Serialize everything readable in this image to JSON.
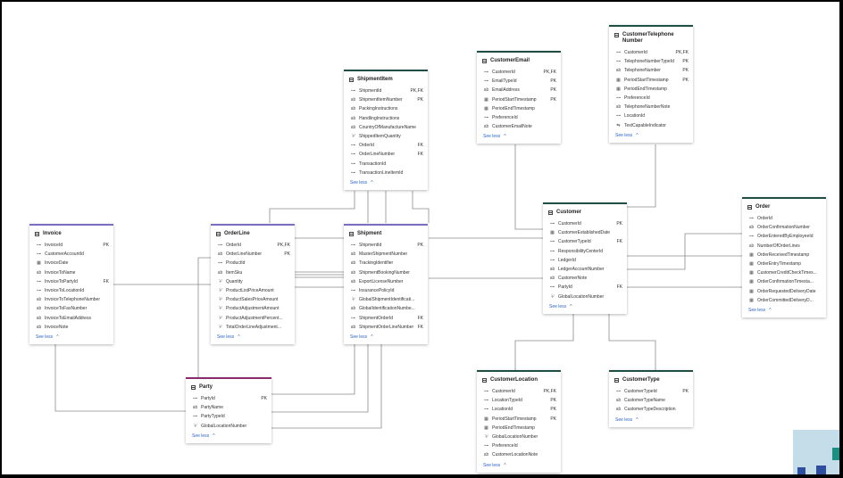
{
  "ui": {
    "see_less": "See less",
    "chevron": "^"
  },
  "entities": {
    "shipmentitem": {
      "title": "ShipmentItem",
      "columns": [
        {
          "name": "ShipmentId",
          "key": "PK,FK",
          "icon": "key"
        },
        {
          "name": "ShipmentItemNumber",
          "key": "PK",
          "icon": "abc"
        },
        {
          "name": "PackingInstructions",
          "key": "",
          "icon": "abc"
        },
        {
          "name": "HandlingInstructions",
          "key": "",
          "icon": "abc"
        },
        {
          "name": "CountryOfManufactureName",
          "key": "",
          "icon": "abc"
        },
        {
          "name": "ShippedItemQuantity",
          "key": "",
          "icon": "num"
        },
        {
          "name": "OrderId",
          "key": "FK",
          "icon": "key"
        },
        {
          "name": "OrderLineNumber",
          "key": "FK",
          "icon": "key"
        },
        {
          "name": "TransactionId",
          "key": "",
          "icon": "key"
        },
        {
          "name": "TransactionLineItemId",
          "key": "",
          "icon": "key"
        }
      ]
    },
    "customeremail": {
      "title": "CustomerEmail",
      "columns": [
        {
          "name": "CustomerId",
          "key": "PK,FK",
          "icon": "key"
        },
        {
          "name": "EmailTypeId",
          "key": "PK",
          "icon": "key"
        },
        {
          "name": "EmailAddress",
          "key": "PK",
          "icon": "abc"
        },
        {
          "name": "PeriodStartTimestamp",
          "key": "PK",
          "icon": "cal"
        },
        {
          "name": "PeriodEndTimestamp",
          "key": "",
          "icon": "cal"
        },
        {
          "name": "PreferenceId",
          "key": "",
          "icon": "key"
        },
        {
          "name": "CustomerEmailNote",
          "key": "",
          "icon": "abc"
        }
      ]
    },
    "customertelephone": {
      "title": "CustomerTelephone Number",
      "columns": [
        {
          "name": "CustomerId",
          "key": "PK,FK",
          "icon": "key"
        },
        {
          "name": "TelephoneNumberTypeId",
          "key": "PK",
          "icon": "key"
        },
        {
          "name": "TelephoneNumber",
          "key": "PK",
          "icon": "abc"
        },
        {
          "name": "PeriodStartTimestamp",
          "key": "PK",
          "icon": "cal"
        },
        {
          "name": "PeriodEndTimestamp",
          "key": "",
          "icon": "cal"
        },
        {
          "name": "PreferenceId",
          "key": "",
          "icon": "key"
        },
        {
          "name": "TelephoneNumberNote",
          "key": "",
          "icon": "abc"
        },
        {
          "name": "LocationId",
          "key": "",
          "icon": "key"
        },
        {
          "name": "TextCapableIndicator",
          "key": "",
          "icon": "bool"
        }
      ]
    },
    "invoice": {
      "title": "Invoice",
      "columns": [
        {
          "name": "InvoiceId",
          "key": "PK",
          "icon": "key"
        },
        {
          "name": "CustomerAccountId",
          "key": "",
          "icon": "key"
        },
        {
          "name": "InvoiceDate",
          "key": "",
          "icon": "cal"
        },
        {
          "name": "InvoiceToName",
          "key": "",
          "icon": "abc"
        },
        {
          "name": "InvoiceToPartyId",
          "key": "FK",
          "icon": "key"
        },
        {
          "name": "InvoiceToLocationId",
          "key": "",
          "icon": "key"
        },
        {
          "name": "InvoiceToTelephoneNumber",
          "key": "",
          "icon": "abc"
        },
        {
          "name": "InvoiceToFaxNumber",
          "key": "",
          "icon": "abc"
        },
        {
          "name": "InvoiceToEmailAddress",
          "key": "",
          "icon": "abc"
        },
        {
          "name": "InvoiceNote",
          "key": "",
          "icon": "abc"
        }
      ]
    },
    "orderline": {
      "title": "OrderLine",
      "columns": [
        {
          "name": "OrderId",
          "key": "PK,FK",
          "icon": "key"
        },
        {
          "name": "OrderLineNumber",
          "key": "PK",
          "icon": "abc"
        },
        {
          "name": "ProductId",
          "key": "",
          "icon": "key"
        },
        {
          "name": "ItemSku",
          "key": "",
          "icon": "abc"
        },
        {
          "name": "Quantity",
          "key": "",
          "icon": "num"
        },
        {
          "name": "ProductListPriceAmount",
          "key": "",
          "icon": "num"
        },
        {
          "name": "ProductSalesPriceAmount",
          "key": "",
          "icon": "num"
        },
        {
          "name": "ProductAdjustmentAmount",
          "key": "",
          "icon": "num"
        },
        {
          "name": "ProductAdjustmentPercent...",
          "key": "",
          "icon": "num"
        },
        {
          "name": "TotalOrderLineAdjustment...",
          "key": "",
          "icon": "num"
        }
      ]
    },
    "shipment": {
      "title": "Shipment",
      "columns": [
        {
          "name": "ShipmentId",
          "key": "PK",
          "icon": "key"
        },
        {
          "name": "MasterShipmentNumber",
          "key": "",
          "icon": "abc"
        },
        {
          "name": "TrackingIdentifier",
          "key": "",
          "icon": "abc"
        },
        {
          "name": "ShipmentBookingNumber",
          "key": "",
          "icon": "abc"
        },
        {
          "name": "ExportLicenseNumber",
          "key": "",
          "icon": "abc"
        },
        {
          "name": "InsurancePolicyId",
          "key": "",
          "icon": "key"
        },
        {
          "name": "GlobalShipmentIdentificati...",
          "key": "",
          "icon": "num"
        },
        {
          "name": "GlobalIdentificationNumbe...",
          "key": "",
          "icon": "abc"
        },
        {
          "name": "ShipmentOrderId",
          "key": "FK",
          "icon": "key"
        },
        {
          "name": "ShipmentOrderLineNumber",
          "key": "FK",
          "icon": "abc"
        }
      ]
    },
    "customer": {
      "title": "Customer",
      "columns": [
        {
          "name": "CustomerId",
          "key": "PK",
          "icon": "key"
        },
        {
          "name": "CustomerEstablishedDate",
          "key": "",
          "icon": "cal"
        },
        {
          "name": "CustomerTypeId",
          "key": "FK",
          "icon": "key"
        },
        {
          "name": "ResponsibilityCenterId",
          "key": "",
          "icon": "key"
        },
        {
          "name": "LedgerId",
          "key": "",
          "icon": "key"
        },
        {
          "name": "LedgerAccountNumber",
          "key": "",
          "icon": "abc"
        },
        {
          "name": "CustomerNote",
          "key": "",
          "icon": "abc"
        },
        {
          "name": "PartyId",
          "key": "FK",
          "icon": "key"
        },
        {
          "name": "GlobalLocationNumber",
          "key": "",
          "icon": "num"
        }
      ]
    },
    "order": {
      "title": "Order",
      "columns": [
        {
          "name": "OrderId",
          "key": "",
          "icon": "key"
        },
        {
          "name": "OrderConfirmationNumber",
          "key": "",
          "icon": "abc"
        },
        {
          "name": "OrderEnteredByEmployeeId",
          "key": "",
          "icon": "key"
        },
        {
          "name": "NumberOfOrderLines",
          "key": "",
          "icon": "abc"
        },
        {
          "name": "OrderReceivedTimestamp",
          "key": "",
          "icon": "cal"
        },
        {
          "name": "OrderEntryTimestamp",
          "key": "",
          "icon": "cal"
        },
        {
          "name": "CustomerCreditCheckTimes...",
          "key": "",
          "icon": "cal"
        },
        {
          "name": "OrderConfirmationTimesta...",
          "key": "",
          "icon": "cal"
        },
        {
          "name": "OrderRequestedDeliveryDate",
          "key": "",
          "icon": "cal"
        },
        {
          "name": "OrderCommittedDeliveryD...",
          "key": "",
          "icon": "cal"
        }
      ]
    },
    "party": {
      "title": "Party",
      "columns": [
        {
          "name": "PartyId",
          "key": "PK",
          "icon": "key"
        },
        {
          "name": "PartyName",
          "key": "",
          "icon": "abc"
        },
        {
          "name": "PartyTypeId",
          "key": "",
          "icon": "key"
        },
        {
          "name": "GlobalLocationNumber",
          "key": "",
          "icon": "num"
        }
      ]
    },
    "customerlocation": {
      "title": "CustomerLocation",
      "columns": [
        {
          "name": "CustomerId",
          "key": "PK,FK",
          "icon": "key"
        },
        {
          "name": "LocationTypeId",
          "key": "PK",
          "icon": "key"
        },
        {
          "name": "LocationId",
          "key": "PK",
          "icon": "key"
        },
        {
          "name": "PeriodStartTimestamp",
          "key": "PK",
          "icon": "cal"
        },
        {
          "name": "PeriodEndTimestamp",
          "key": "",
          "icon": "cal"
        },
        {
          "name": "GlobalLocationNumber",
          "key": "",
          "icon": "num"
        },
        {
          "name": "PreferenceId",
          "key": "",
          "icon": "key"
        },
        {
          "name": "CustomerLocationNote",
          "key": "",
          "icon": "abc"
        }
      ]
    },
    "customertype": {
      "title": "CustomerType",
      "columns": [
        {
          "name": "CustomerTypeId",
          "key": "PK",
          "icon": "key"
        },
        {
          "name": "CustomerTypeName",
          "key": "",
          "icon": "abc"
        },
        {
          "name": "CustomerTypeDescription",
          "key": "",
          "icon": "abc"
        }
      ]
    }
  }
}
